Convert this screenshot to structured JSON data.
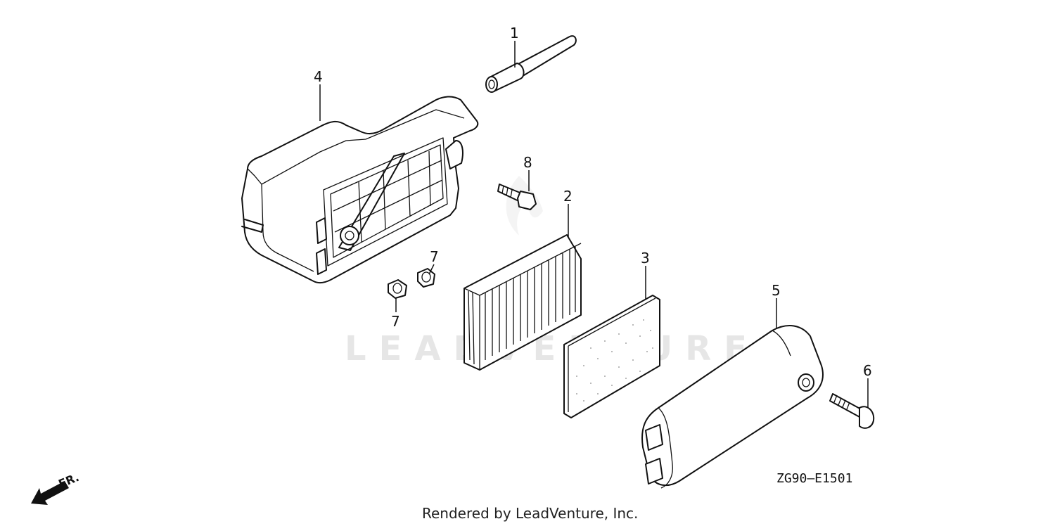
{
  "diagram": {
    "part_labels": {
      "p1": "1",
      "p2": "2",
      "p3": "3",
      "p4": "4",
      "p5": "5",
      "p6": "6",
      "p7a": "7",
      "p7b": "7",
      "p8": "8"
    },
    "diagram_code": "ZG90—E1501",
    "direction_label": "FR.",
    "watermark_text": "LEADVENTURE",
    "footer": "Rendered by LeadVenture, Inc."
  },
  "colors": {
    "line": "#111111",
    "background": "#ffffff",
    "watermark": "#e6e6e6"
  }
}
